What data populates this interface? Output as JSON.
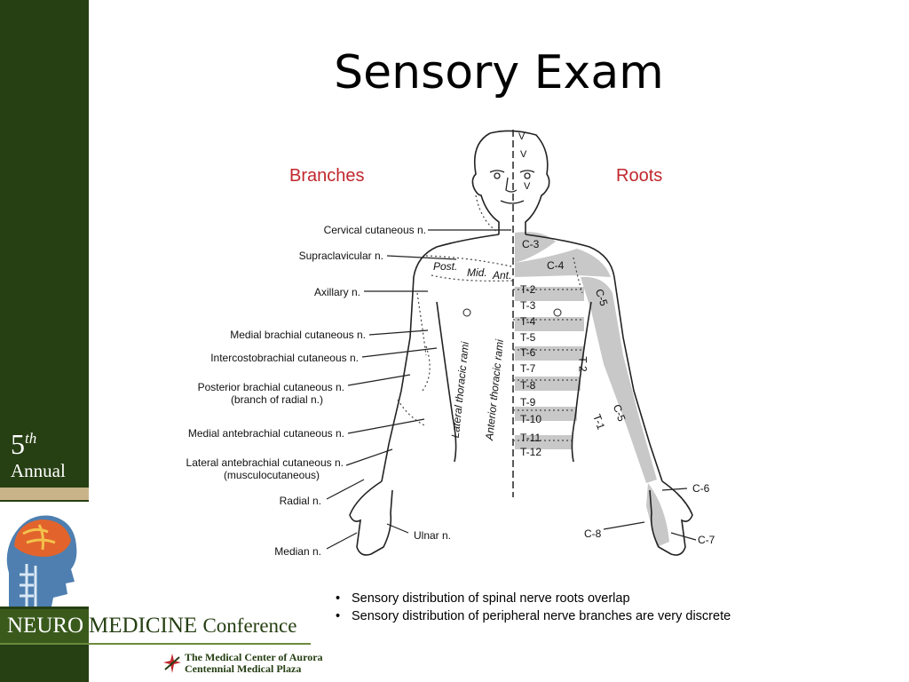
{
  "slide": {
    "title": "Sensory Exam",
    "heading_left": "Branches",
    "heading_right": "Roots"
  },
  "branch_labels": [
    "Cervical cutaneous n.",
    "Supraclavicular n.",
    "Axillary n.",
    "Medial brachial cutaneous n.",
    "Intercostobrachial cutaneous n.",
    "Posterior brachial cutaneous n.",
    "(branch of radial n.)",
    "Medial antebrachial cutaneous n.",
    "Lateral antebrachial cutaneous n.",
    "(musculocutaneous)",
    "Radial n.",
    "Median n.",
    "Ulnar n."
  ],
  "root_labels": {
    "face": [
      "V",
      "V",
      "V"
    ],
    "trunk": [
      "C-3",
      "C-4",
      "T-2",
      "T-3",
      "T-4",
      "T-5",
      "T-6",
      "T-7",
      "T-8",
      "T-9",
      "T-10",
      "T-11",
      "T-12"
    ],
    "arm": [
      "C-5",
      "T-2",
      "C-5",
      "T-1"
    ],
    "hand": [
      "C-6",
      "C-8",
      "C-7"
    ]
  },
  "body_annotations": {
    "post": "Post.",
    "mid": "Mid.",
    "ant": "Ant.",
    "lateral_rami": "Lateral thoracic rami",
    "anterior_rami": "Anterior thoracic rami"
  },
  "bullets": [
    "Sensory distribution of spinal nerve roots overlap",
    "Sensory distribution of peripheral nerve branches are very discrete"
  ],
  "sidebar": {
    "edition_number": "5",
    "edition_suffix": "th",
    "edition_word": "Annual",
    "conference_part1": "NEURO",
    "conference_part2": "MEDICINE",
    "conference_part3": "Conference",
    "hospital_line1": "The Medical Center of Aurora",
    "hospital_line2": "Centennial Medical Plaza"
  },
  "colors": {
    "sidebar_green": "#263f13",
    "heading_red": "#c0272d",
    "dermatome_gray": "#c8c8c8"
  }
}
